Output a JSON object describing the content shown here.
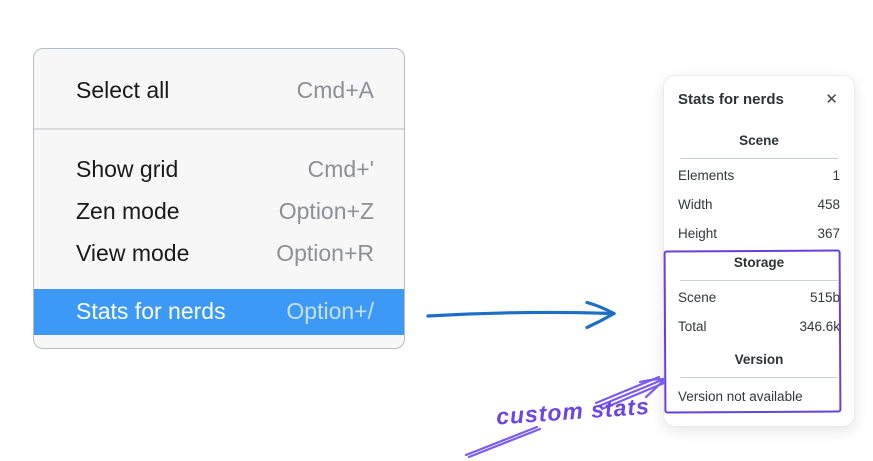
{
  "context_menu": {
    "items": [
      {
        "label": "Select all",
        "shortcut": "Cmd+A",
        "highlighted": false
      },
      {
        "label": "Show grid",
        "shortcut": "Cmd+'",
        "highlighted": false
      },
      {
        "label": "Zen mode",
        "shortcut": "Option+Z",
        "highlighted": false
      },
      {
        "label": "View mode",
        "shortcut": "Option+R",
        "highlighted": false
      },
      {
        "label": "Stats for nerds",
        "shortcut": "Option+/",
        "highlighted": true
      }
    ],
    "highlight_color": "#3d99f6"
  },
  "stats_panel": {
    "title": "Stats for nerds",
    "close_glyph": "✕",
    "sections": [
      {
        "header": "Scene",
        "rows": [
          {
            "label": "Elements",
            "value": "1"
          },
          {
            "label": "Width",
            "value": "458"
          },
          {
            "label": "Height",
            "value": "367"
          }
        ]
      },
      {
        "header": "Storage",
        "rows": [
          {
            "label": "Scene",
            "value": "515b"
          },
          {
            "label": "Total",
            "value": "346.6k"
          }
        ]
      },
      {
        "header": "Version",
        "note": "Version not available"
      }
    ]
  },
  "annotations": {
    "label": "custom stats",
    "label_color": "#6b46e5",
    "highlight_box_color": "#6741d9",
    "connector_arrow_color": "#1b6fc4"
  }
}
